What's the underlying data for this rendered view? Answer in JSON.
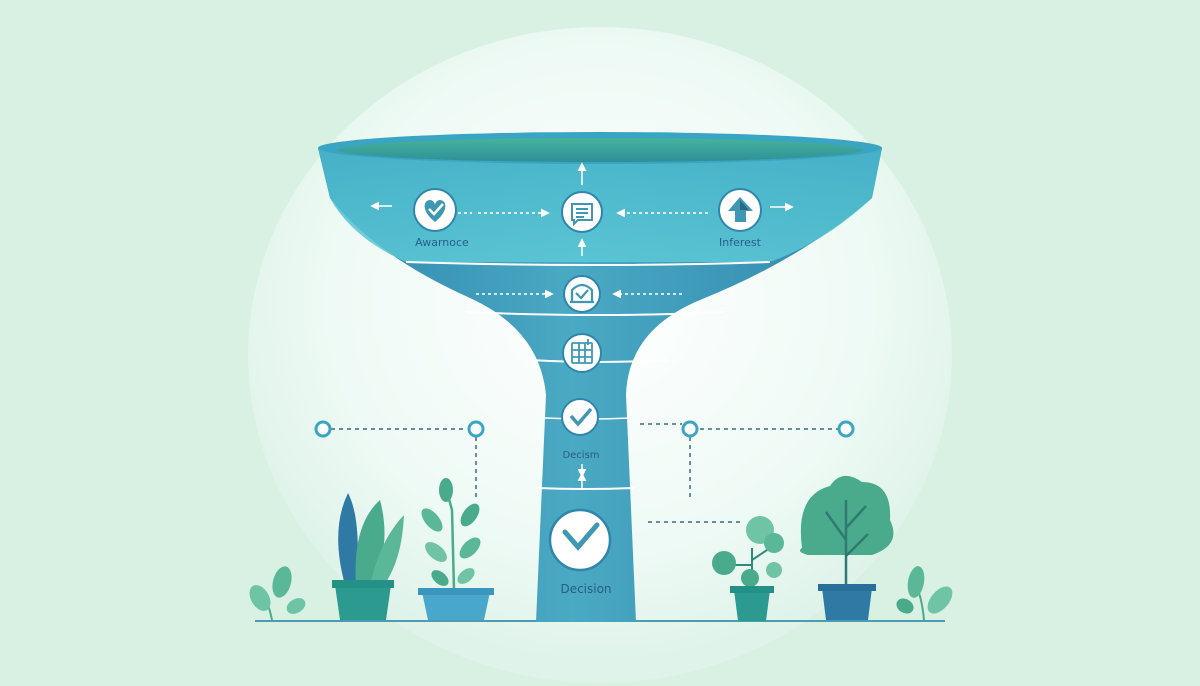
{
  "colors": {
    "background": "#d8f1e2",
    "halo": "#eefaf5",
    "funnel_dark": "#2f86ad",
    "funnel_light": "#59c3d2",
    "inner_rim": "#3aa6a0",
    "badge_fill": "#ffffff",
    "badge_ring": "#2f86ad",
    "icon": "#3e98b4",
    "plant_green": "#4aab8c",
    "plant_dark": "#2f7aa5",
    "pot": "#2c9a8e",
    "pot_blue": "#49a7cc",
    "connector": "#3a6b82"
  },
  "stages": [
    {
      "id": "awareness",
      "label": "Awarnoce",
      "icon": "heart-check-icon"
    },
    {
      "id": "content",
      "label": "",
      "icon": "document-icon"
    },
    {
      "id": "interest",
      "label": "Inferest",
      "icon": "arrow-up-icon"
    },
    {
      "id": "consideration",
      "label": "",
      "icon": "badge-check-icon"
    },
    {
      "id": "evaluation",
      "label": "",
      "icon": "calendar-grid-icon"
    },
    {
      "id": "decision_small",
      "label": "Decism",
      "icon": "check-icon"
    },
    {
      "id": "decision",
      "label": "Decision",
      "icon": "check-icon"
    }
  ]
}
